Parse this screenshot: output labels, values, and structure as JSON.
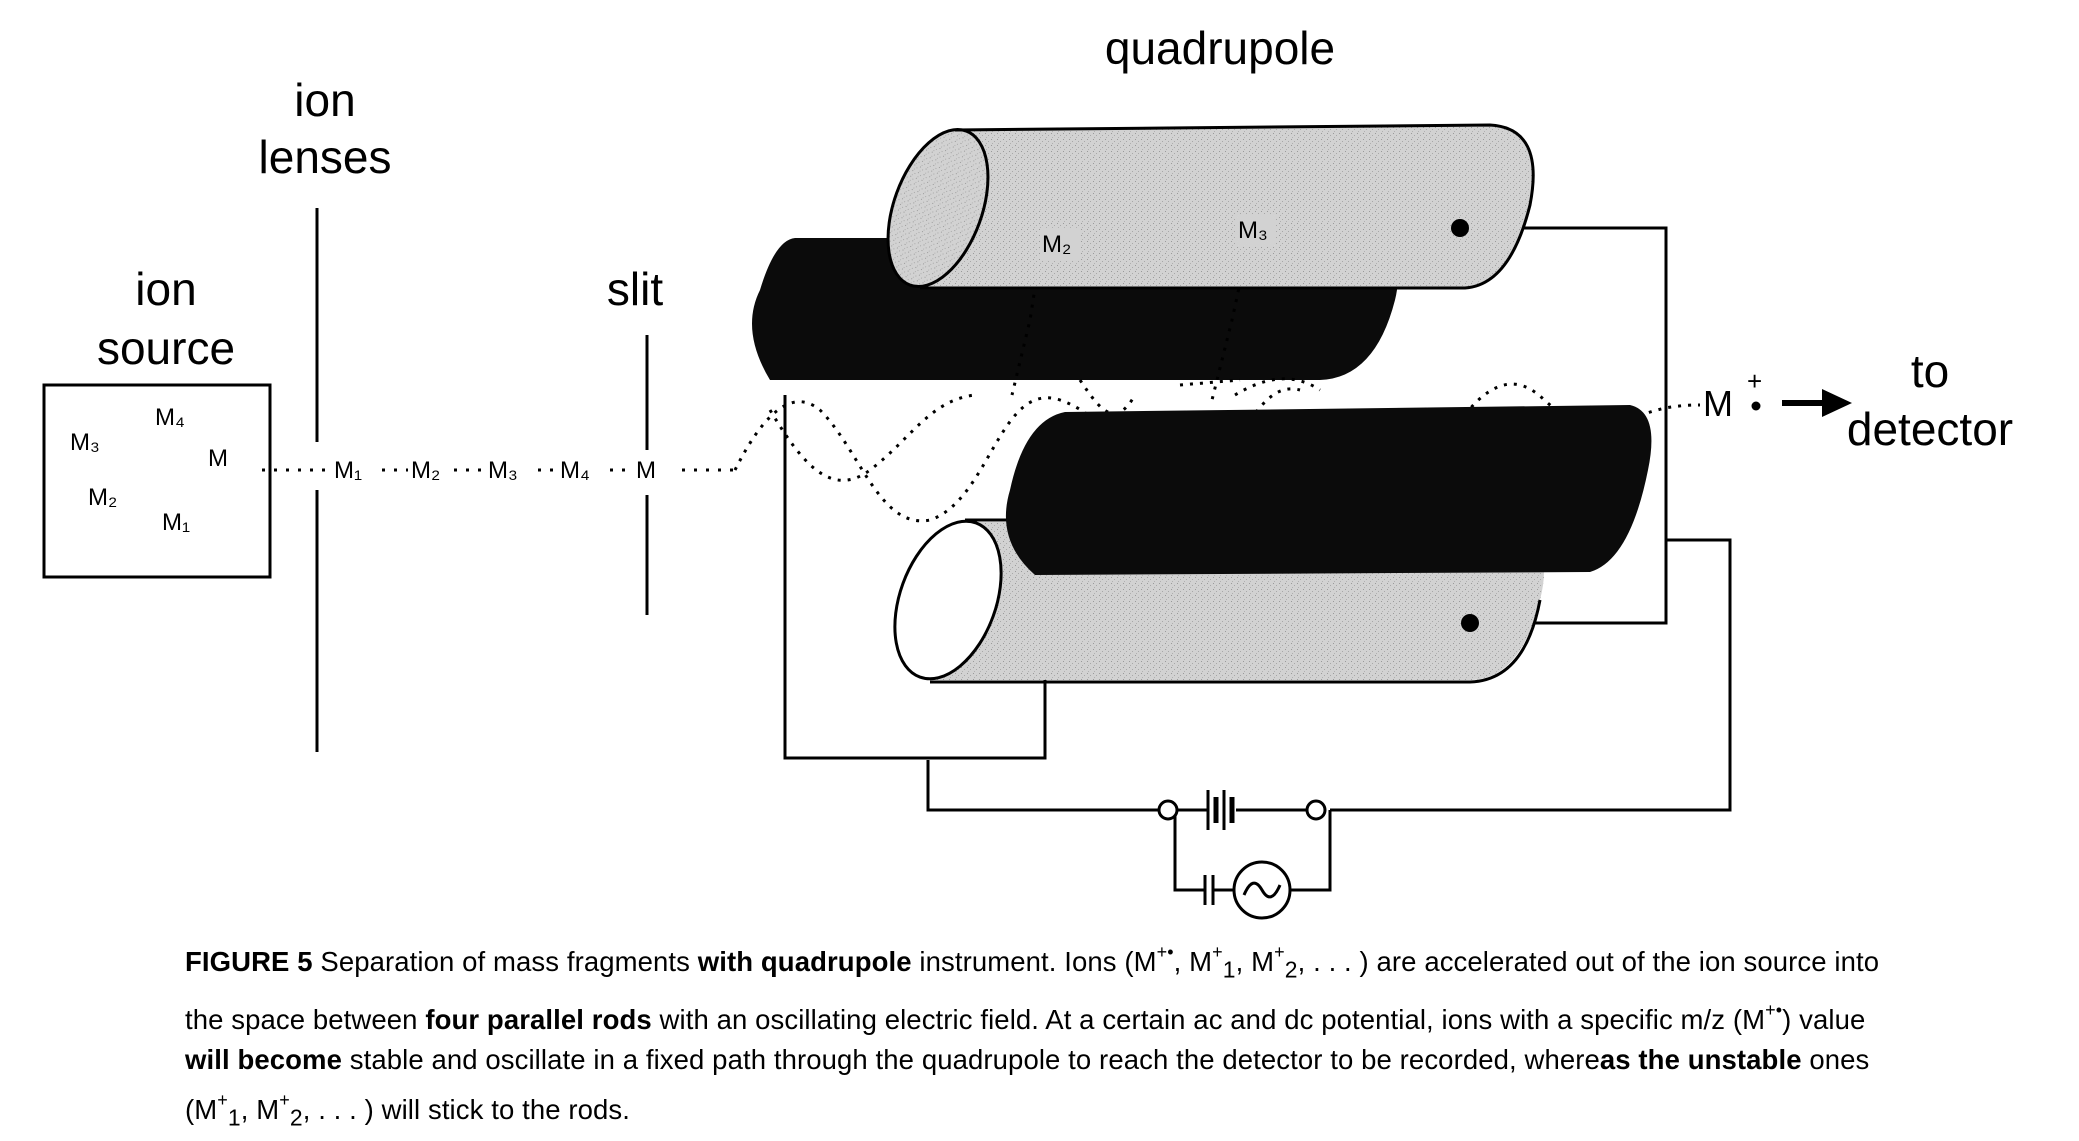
{
  "labels": {
    "ion_source": [
      "ion",
      "source"
    ],
    "ion_lenses": [
      "ion",
      "lenses"
    ],
    "slit": "slit",
    "quadrupole": "quadrupole",
    "to_detector": [
      "to",
      "detector"
    ],
    "detector_ion": "M"
  },
  "source_ions": [
    "M₃",
    "M₄",
    "M",
    "M₂",
    "M₁"
  ],
  "beam_ions": [
    "M₁",
    "M₂",
    "M₃",
    "M₄",
    "M"
  ],
  "rod_ions": [
    "M₂",
    "M₃"
  ],
  "caption": {
    "label": "FIGURE 5",
    "text_1": "Separation of mass fragments",
    "bold_1": "with quadrupole",
    "text_2": "instrument. Ions (",
    "sym_1": "M",
    "sym_2": "M",
    "sym_2_sub": "1",
    "sym_3": "M",
    "sym_3_sub": "2",
    "text_3": ", . . . ) are accelerated out of the ion source into the space between",
    "bold_2": "four parallel",
    "bold_3": "rods",
    "text_4": "with an oscillating electric field. At a certain ac and dc potential, ions with a specific m/z (",
    "sym_4": "M",
    "text_5": ") value",
    "bold_4": "will become",
    "text_6": "stable and oscillate in a fixed path through the quadrupole to reach the detector to be recorded, where",
    "bold_5": "as the unstable",
    "text_7": "ones (",
    "sym_5": "M",
    "sym_5_sub": "1",
    "sym_6": "M",
    "sym_6_sub": "2",
    "text_8": ", . . . ) will stick to the rods."
  },
  "colors": {
    "rod_gray": "#cfcfcf",
    "rod_dark": "#0b0b0b",
    "line": "#000000"
  }
}
